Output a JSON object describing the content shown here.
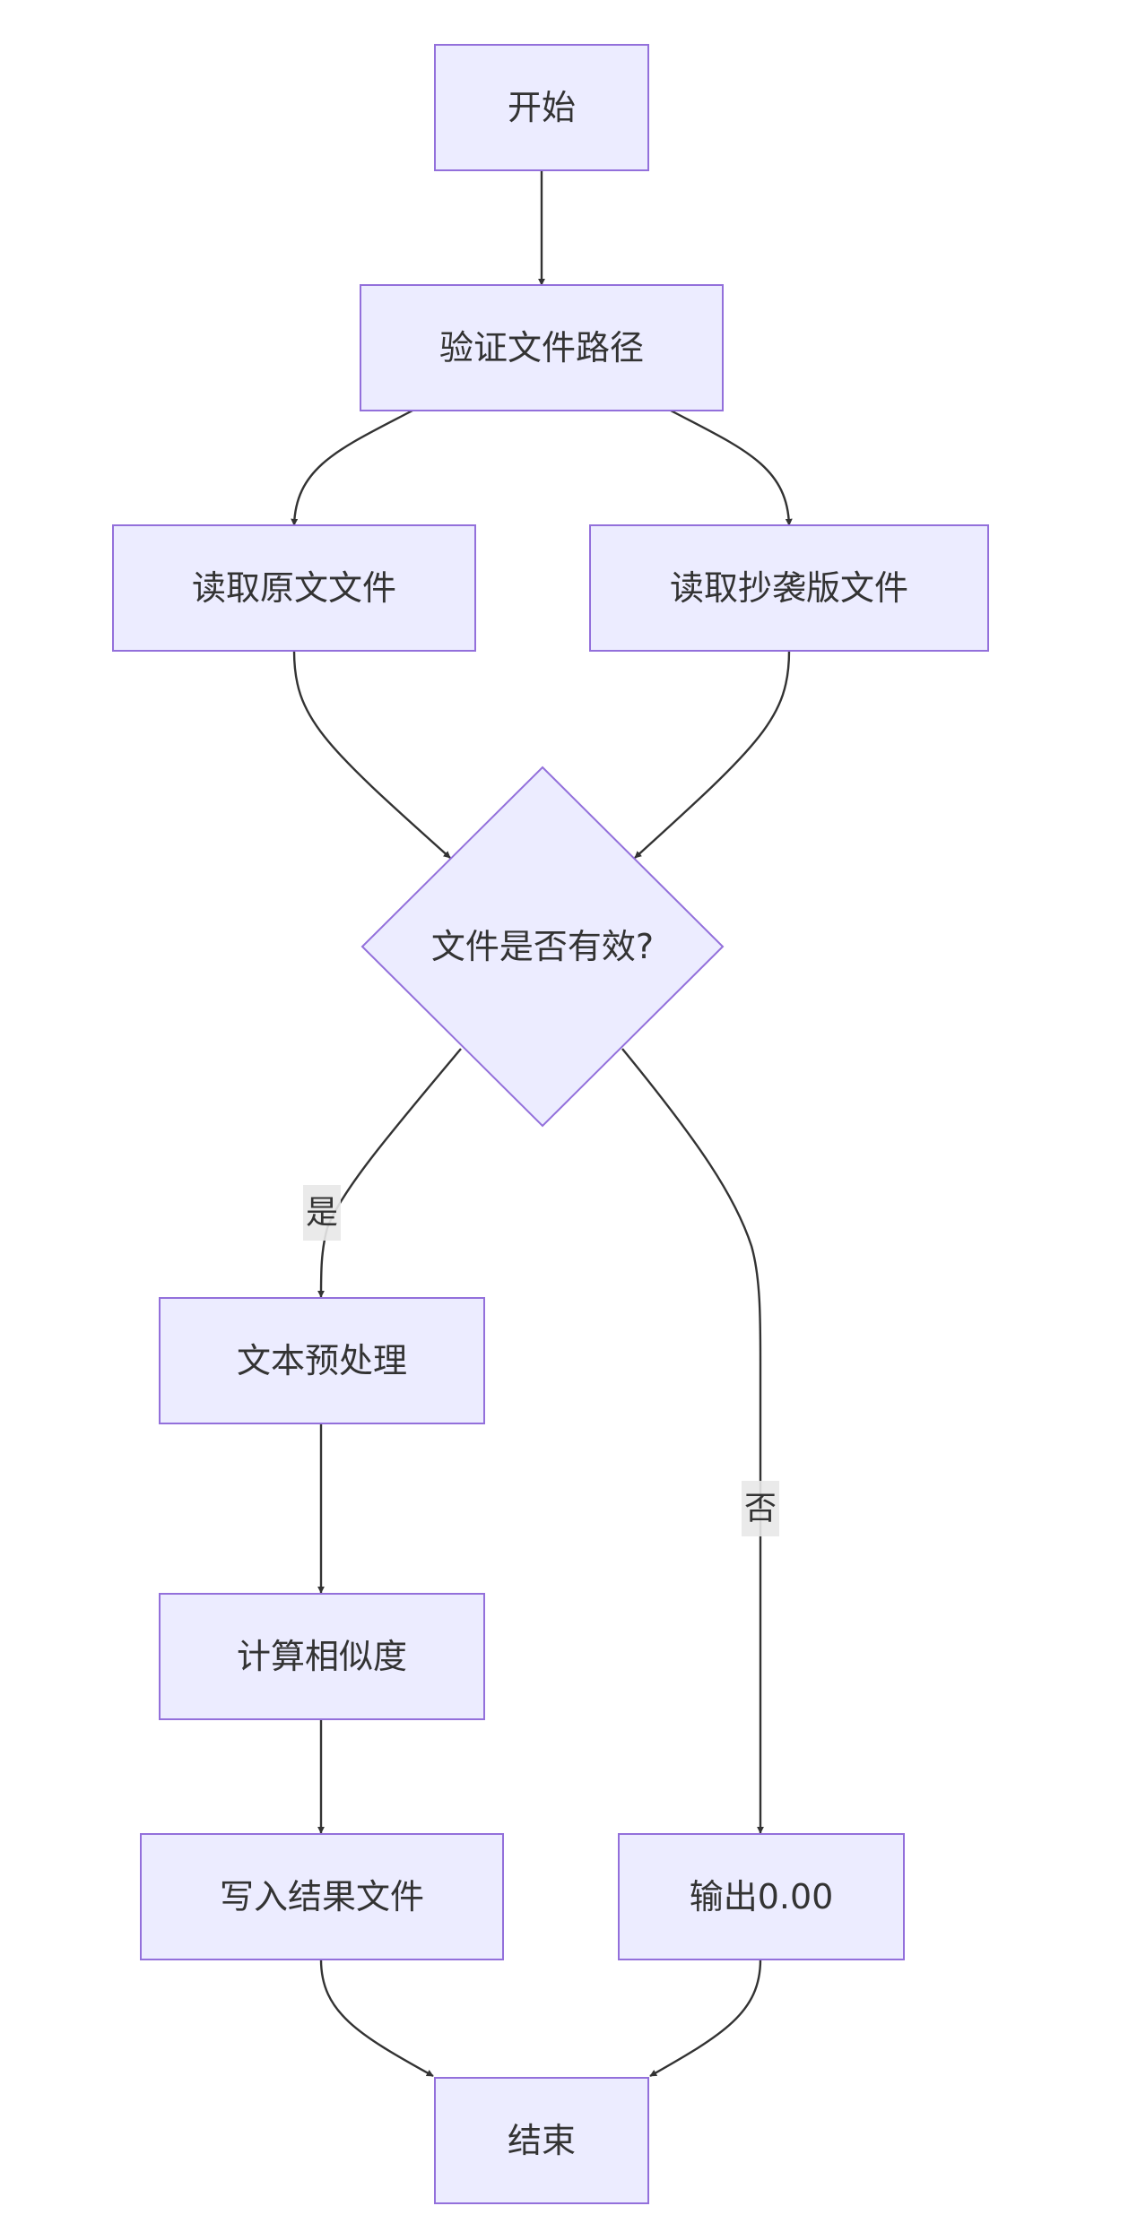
{
  "nodes": {
    "start": "开始",
    "validate": "验证文件路径",
    "read_orig": "读取原文文件",
    "read_copy": "读取抄袭版文件",
    "decision": "文件是否有效?",
    "preprocess": "文本预处理",
    "similarity": "计算相似度",
    "write": "写入结果文件",
    "output": "输出0.00",
    "end": "结束"
  },
  "edge_labels": {
    "yes": "是",
    "no": "否"
  },
  "colors": {
    "node_fill": "#ECECFF",
    "node_stroke": "#9370DB",
    "edge": "#333333",
    "label_bg": "#e8e8e8"
  }
}
